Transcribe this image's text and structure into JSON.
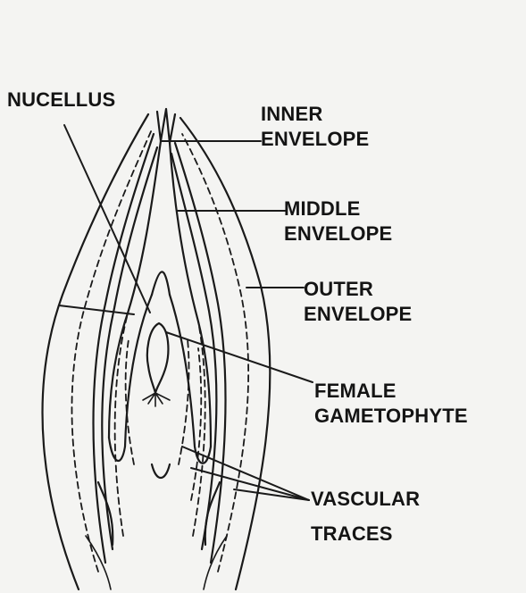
{
  "labels": {
    "nucellus": "NUCELLUS",
    "inner_1": "INNER",
    "inner_2": "ENVELOPE",
    "middle_1": "MIDDLE",
    "middle_2": "ENVELOPE",
    "outer_1": "OUTER",
    "outer_2": "ENVELOPE",
    "female_1": "FEMALE",
    "female_2": "GAMETOPHYTE",
    "vascular_1": "VASCULAR",
    "vascular_2": "TRACES"
  }
}
